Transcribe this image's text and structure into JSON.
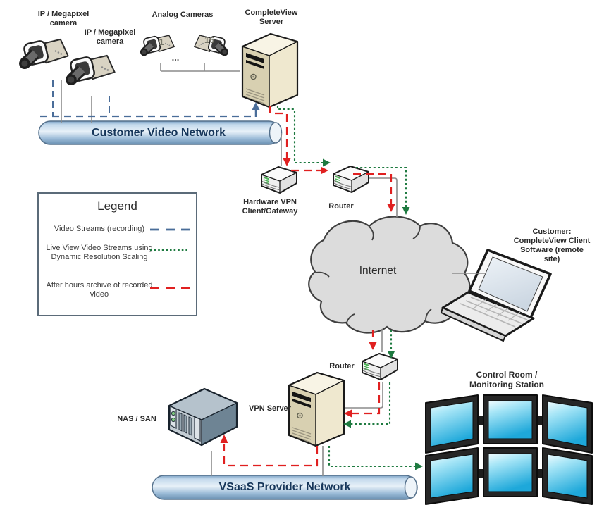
{
  "nodes": {
    "ip_camera_1": {
      "label": "IP / Megapixel camera"
    },
    "ip_camera_2": {
      "label": "IP / Megapixel camera"
    },
    "analog_cameras": {
      "label": "Analog Cameras",
      "first_camera_number": "1",
      "last_camera_number": "16",
      "ellipsis": "..."
    },
    "completeview_server": {
      "label": "CompleteView Server"
    },
    "customer_video_network": {
      "label": "Customer Video Network"
    },
    "hardware_vpn": {
      "label": "Hardware VPN Client/Gateway"
    },
    "router_top": {
      "label": "Router"
    },
    "internet": {
      "label": "Internet"
    },
    "customer_client": {
      "label": "Customer: CompleteView Client Software (remote site)"
    },
    "router_bottom": {
      "label": "Router"
    },
    "vpn_server": {
      "label": "VPN Server"
    },
    "nas_san": {
      "label": "NAS / SAN"
    },
    "control_room": {
      "label": "Control Room / Monitoring Station"
    },
    "vsaas_provider_network": {
      "label": "VSaaS Provider Network"
    }
  },
  "legend": {
    "title": "Legend",
    "items": [
      {
        "label": "Video Streams (recording)",
        "line_style": "dashed",
        "color": "#4a6d99"
      },
      {
        "label": "Live View Video Streams using Dynamic Resolution Scaling",
        "line_style": "dotted",
        "color": "#1e7a40"
      },
      {
        "label": "After hours archive of recorded video",
        "line_style": "dashed",
        "color": "#e02020"
      }
    ]
  },
  "colors": {
    "recording_stream": "#4a6d99",
    "live_view_stream": "#1e7a40",
    "archive_stream": "#e02020",
    "physical_link": "#8c8c8c",
    "network_pipe_light": "#e8f1f8",
    "network_pipe_dark": "#6a90b2",
    "pipe_text": "#16365a",
    "cloud_fill": "#dcdcdc",
    "server_front": "#d8d0b1",
    "nas_side": "#6e8494",
    "monitor_screen": "#1ea8da"
  }
}
